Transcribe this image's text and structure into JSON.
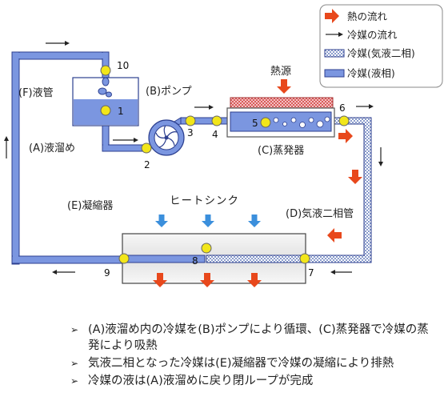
{
  "legend": {
    "heat_flow": "熱の流れ",
    "refrigerant_flow": "冷媒の流れ",
    "two_phase": "冷媒(気液二相)",
    "liquid": "冷媒(液相)"
  },
  "components": {
    "reservoir": "(A)液溜め",
    "pump": "(B)ポンプ",
    "evaporator": "(C)蒸発器",
    "two_phase_pipe": "(D)気液二相管",
    "condenser": "(E)凝縮器",
    "liquid_pipe": "(F)液管",
    "heat_source": "熱源",
    "heat_sink": "ヒートシンク"
  },
  "points": [
    "1",
    "2",
    "3",
    "4",
    "5",
    "6",
    "7",
    "8",
    "9",
    "10"
  ],
  "notes": [
    "(A)液溜め内の冷媒を(B)ポンプにより循環、(C)蒸発器で冷媒の蒸発により吸熱",
    "気液二相となった冷媒は(E)凝縮器で冷媒の凝縮により排熱",
    "冷媒の液は(A)液溜めに戻り閉ループが完成"
  ],
  "colors": {
    "liquid": "#7b96e0",
    "pipe_border": "#2c3f8f",
    "point": "#f2e61a",
    "heat_arrow": "#e8481c",
    "sink_arrow": "#3b8fdc",
    "heat_source": "#e88a8a"
  }
}
